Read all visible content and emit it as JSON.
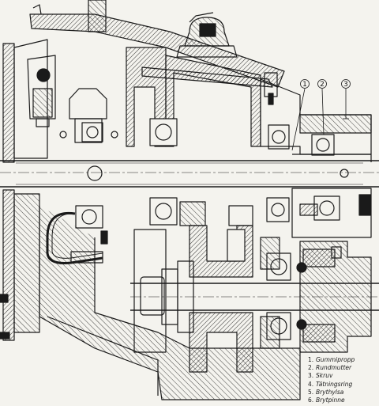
{
  "callouts": [
    "1",
    "2",
    "3"
  ],
  "legend": [
    {
      "num": "1.",
      "label": "Gummipropp"
    },
    {
      "num": "2.",
      "label": "Rundmutter"
    },
    {
      "num": "3.",
      "label": "Skruv"
    },
    {
      "num": "4.",
      "label": "Tätningsring"
    },
    {
      "num": "5.",
      "label": "Brythylsa"
    },
    {
      "num": "6.",
      "label": "Brytpinne"
    }
  ],
  "colors": {
    "ink": "#1a1a1a",
    "paper": "#f4f3ee"
  }
}
